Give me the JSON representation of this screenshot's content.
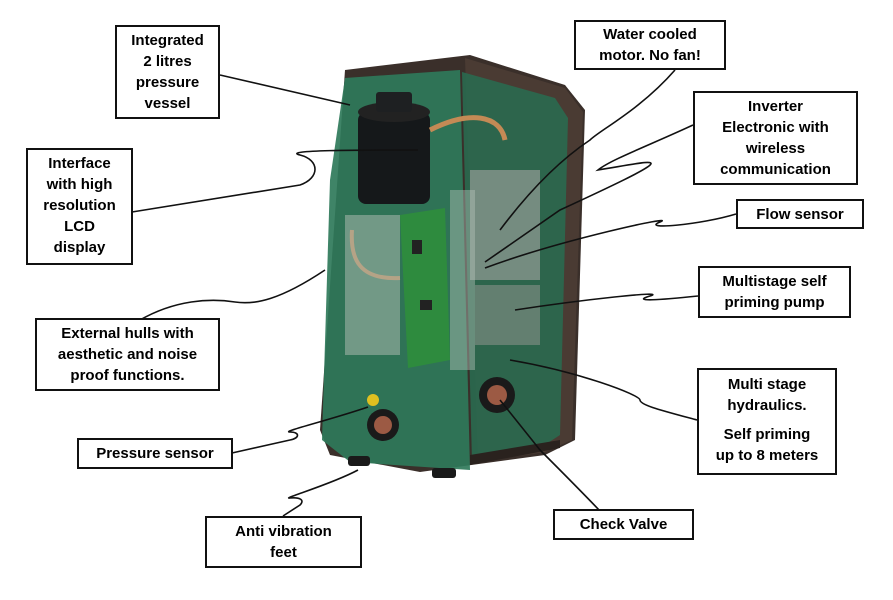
{
  "labels": {
    "pressure_vessel": [
      "Integrated",
      "2 litres",
      "pressure",
      "vessel"
    ],
    "water_cooled": [
      "Water cooled",
      "motor. No fan!"
    ],
    "inverter": [
      "Inverter",
      "Electronic with",
      "wireless",
      "communication"
    ],
    "interface": [
      "Interface",
      "with high",
      "resolution",
      "LCD",
      "display"
    ],
    "flow_sensor": [
      "Flow sensor"
    ],
    "multistage_pump": [
      "Multistage self",
      "priming pump"
    ],
    "external_hulls": [
      "External hulls with",
      "aesthetic and noise",
      "proof functions."
    ],
    "multi_stage_hydraulics": [
      "Multi stage",
      "hydraulics."
    ],
    "self_priming": [
      "Self priming",
      "up to 8 meters"
    ],
    "pressure_sensor": [
      "Pressure sensor"
    ],
    "check_valve": [
      "Check Valve"
    ],
    "anti_vibration": [
      "Anti vibration",
      "feet"
    ]
  },
  "colors": {
    "hull_green": "#2f7a5a",
    "hull_dark": "#1c3a2c",
    "casing": "#3a2f2a",
    "pcb_green": "#2e8b3e",
    "line": "#111111"
  }
}
